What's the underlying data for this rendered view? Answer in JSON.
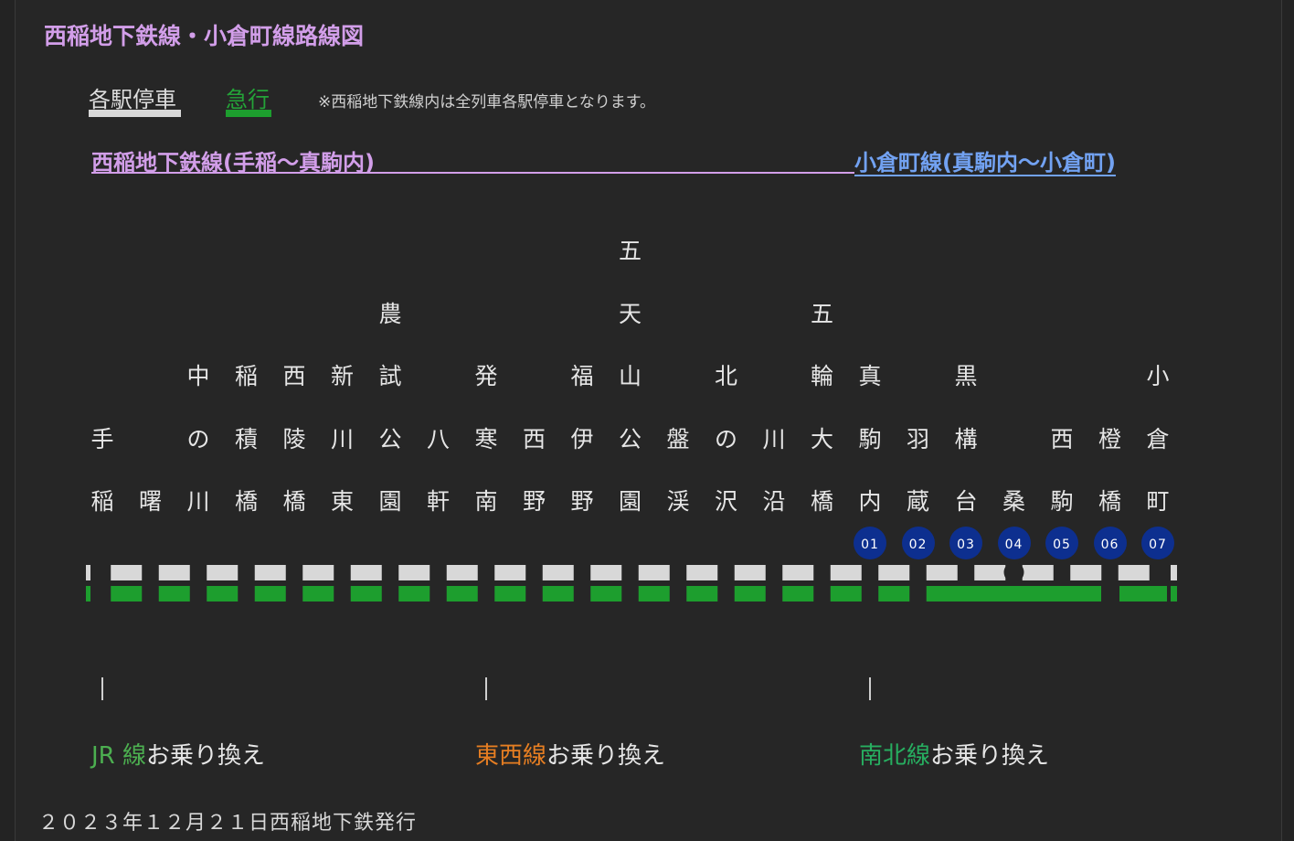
{
  "title": "西稲地下鉄線・小倉町線路線図",
  "legend": {
    "local_label": "各駅停車",
    "local_color": "#d8d8d8",
    "express_label": "急行",
    "express_color": "#1d9e2e",
    "note": "※西稲地下鉄線内は全列車各駅停車となります。"
  },
  "sections": {
    "left": "西稲地下鉄線(手稲〜真駒内)",
    "right": "小倉町線(真駒内〜小倉町)"
  },
  "stations": [
    {
      "name": "手稲"
    },
    {
      "name": "曙"
    },
    {
      "name": "中の川"
    },
    {
      "name": "稲積橋"
    },
    {
      "name": "西陵橋"
    },
    {
      "name": "新川東"
    },
    {
      "name": "農試公園"
    },
    {
      "name": "八軒"
    },
    {
      "name": "発寒南"
    },
    {
      "name": "西野"
    },
    {
      "name": "福伊野"
    },
    {
      "name": "五天山公園"
    },
    {
      "name": "盤渓"
    },
    {
      "name": "北の沢"
    },
    {
      "name": "川沿"
    },
    {
      "name": "五輪大橋"
    },
    {
      "name": "真駒内",
      "number": "01"
    },
    {
      "name": "羽蔵",
      "number": "02"
    },
    {
      "name": "黒構台",
      "number": "03"
    },
    {
      "name": "桑",
      "number": "04"
    },
    {
      "name": "西駒",
      "number": "05"
    },
    {
      "name": "橙橋",
      "number": "06"
    },
    {
      "name": "小倉町",
      "number": "07"
    }
  ],
  "transfers": [
    {
      "line": "JR 線",
      "line_color": "#4caf50",
      "suffix": "お乗り換え",
      "station": "手稲"
    },
    {
      "line": "東西線",
      "line_color": "#e67e22",
      "suffix": "お乗り換え",
      "station": "発寒南"
    },
    {
      "line": "南北線",
      "line_color": "#27ae60",
      "suffix": "お乗り換え",
      "station": "真駒内"
    }
  ],
  "footer": "２０２３年１２月２１日西稲地下鉄発行"
}
